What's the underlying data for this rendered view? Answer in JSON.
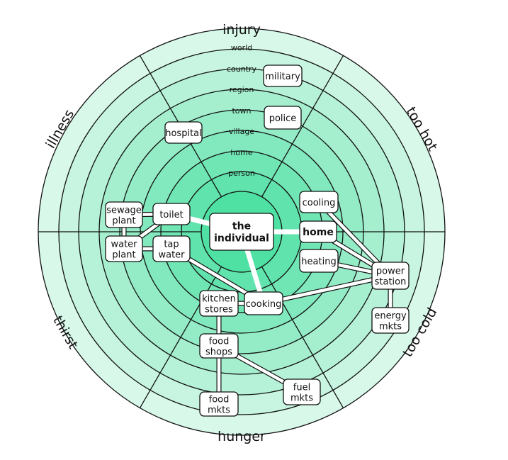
{
  "colors": {
    "ring_outer": "#d8f8ea",
    "ring_inner": "#4fe0a3",
    "line": "#111111",
    "node_fill": "#ffffff"
  },
  "outer_labels": {
    "injury": "injury",
    "too_hot": "too hot",
    "too_cold": "too cold",
    "hunger": "hunger",
    "thirst": "thirst",
    "illness": "illness"
  },
  "ring_labels": [
    "person",
    "home",
    "village",
    "town",
    "region",
    "country",
    "world"
  ],
  "nodes": {
    "individual": [
      "the",
      "individual"
    ],
    "home": [
      "home"
    ],
    "cooling": [
      "cooling"
    ],
    "heating": [
      "heating"
    ],
    "power_station": [
      "power",
      "station"
    ],
    "energy_mkts": [
      "energy",
      "mkts"
    ],
    "fuel_mkts": [
      "fuel",
      "mkts"
    ],
    "cooking": [
      "cooking"
    ],
    "kitchen_stores": [
      "kitchen",
      "stores"
    ],
    "food_shops": [
      "food",
      "shops"
    ],
    "food_mkts": [
      "food",
      "mkts"
    ],
    "tap_water": [
      "tap",
      "water"
    ],
    "toilet": [
      "toilet"
    ],
    "water_plant": [
      "water",
      "plant"
    ],
    "sewage_plant": [
      "sewage",
      "plant"
    ],
    "hospital": [
      "hospital"
    ],
    "police": [
      "police"
    ],
    "military": [
      "military"
    ]
  }
}
